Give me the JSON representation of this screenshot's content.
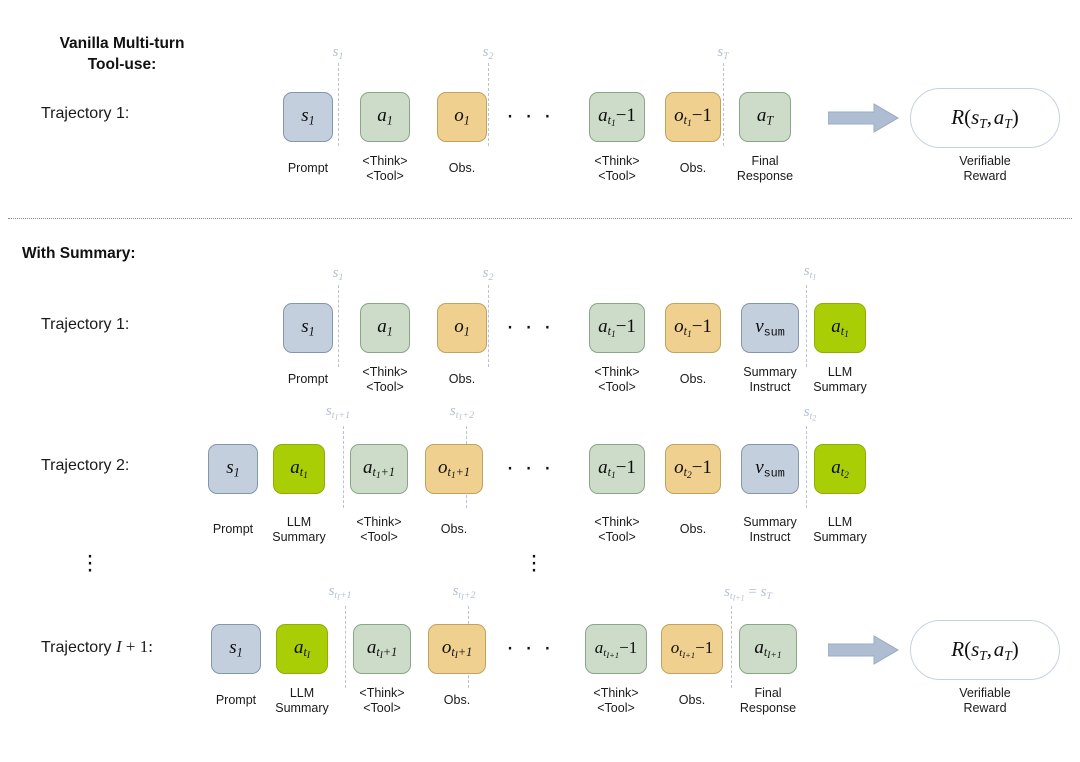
{
  "figure": {
    "type": "diagram",
    "description": "Multi-turn tool-use RL trajectory rollout diagram comparing vanilla multi-turn tool-use with summary-based context management"
  },
  "sections": [
    {
      "id": "vanilla",
      "title": "Vanilla Multi-turn\nTool-use:",
      "rows": [
        {
          "label_text": "Trajectory 1:",
          "label_html": "Trajectory 1:",
          "boxes": [
            {
              "symbol": "s1",
              "color": "blue",
              "caption": "Prompt"
            },
            {
              "symbol": "a1",
              "color": "green",
              "caption": "<Think>\n<Tool>"
            },
            {
              "symbol": "o1",
              "color": "orange",
              "caption": "Obs."
            },
            {
              "symbol": "ellipsis",
              "color": "none",
              "caption": ""
            },
            {
              "symbol": "a_t1-1",
              "color": "green",
              "caption": "<Think>\n<Tool>"
            },
            {
              "symbol": "o_t1-1",
              "color": "orange",
              "caption": "Obs."
            },
            {
              "symbol": "a_T",
              "color": "green",
              "caption": "Final\nResponse"
            }
          ],
          "states": [
            "s1",
            "s2",
            "sT"
          ],
          "reward": {
            "label": "R(sT, aT)",
            "caption": "Verifiable\nReward"
          }
        }
      ]
    },
    {
      "id": "with-summary",
      "title": "With Summary:",
      "rows": [
        {
          "label_text": "Trajectory 1:",
          "boxes": [
            {
              "symbol": "s1",
              "color": "blue",
              "caption": "Prompt"
            },
            {
              "symbol": "a1",
              "color": "green",
              "caption": "<Think>\n<Tool>"
            },
            {
              "symbol": "o1",
              "color": "orange",
              "caption": "Obs."
            },
            {
              "symbol": "ellipsis",
              "color": "none",
              "caption": ""
            },
            {
              "symbol": "a_t1-1",
              "color": "green",
              "caption": "<Think>\n<Tool>"
            },
            {
              "symbol": "o_t1-1",
              "color": "orange",
              "caption": "Obs."
            },
            {
              "symbol": "v_sum",
              "color": "blue",
              "caption": "Summary\nInstruct"
            },
            {
              "symbol": "a_t1",
              "color": "lime",
              "caption": "LLM\nSummary"
            }
          ],
          "states": [
            "s1",
            "s2",
            "s_t1"
          ]
        },
        {
          "label_text": "Trajectory 2:",
          "boxes": [
            {
              "symbol": "s1",
              "color": "blue",
              "caption": "Prompt"
            },
            {
              "symbol": "a_t1",
              "color": "lime",
              "caption": "LLM\nSummary"
            },
            {
              "symbol": "a_t1+1",
              "color": "green",
              "caption": "<Think>\n<Tool>"
            },
            {
              "symbol": "o_t1+1",
              "color": "orange",
              "caption": "Obs."
            },
            {
              "symbol": "ellipsis",
              "color": "none",
              "caption": ""
            },
            {
              "symbol": "a_t1-1",
              "color": "green",
              "caption": "<Think>\n<Tool>"
            },
            {
              "symbol": "o_t2-1",
              "color": "orange",
              "caption": "Obs."
            },
            {
              "symbol": "v_sum",
              "color": "blue",
              "caption": "Summary\nInstruct"
            },
            {
              "symbol": "a_t2",
              "color": "lime",
              "caption": "LLM\nSummary"
            }
          ],
          "states": [
            "s_t1+1",
            "s_t1+2",
            "s_t2"
          ]
        },
        {
          "label_text": "Trajectory I + 1:",
          "boxes": [
            {
              "symbol": "s1",
              "color": "blue",
              "caption": "Prompt"
            },
            {
              "symbol": "a_tI",
              "color": "lime",
              "caption": "LLM\nSummary"
            },
            {
              "symbol": "a_tI+1",
              "color": "green",
              "caption": "<Think>\n<Tool>"
            },
            {
              "symbol": "o_tI+1",
              "color": "orange",
              "caption": "Obs."
            },
            {
              "symbol": "ellipsis",
              "color": "none",
              "caption": ""
            },
            {
              "symbol": "a_tI+1-1",
              "color": "green",
              "caption": "<Think>\n<Tool>"
            },
            {
              "symbol": "o_tI+1-1",
              "color": "orange",
              "caption": "Obs."
            },
            {
              "symbol": "a_tI+1f",
              "color": "green",
              "caption": "Final\nResponse"
            }
          ],
          "states": [
            "s_tI+1",
            "s_tI+2",
            "s_tI+1 = sT"
          ],
          "reward": {
            "label": "R(sT, aT)",
            "caption": "Verifiable\nReward"
          }
        }
      ]
    }
  ],
  "labels": {
    "vanilla_title_line1": "Vanilla Multi-turn",
    "vanilla_title_line2": "Tool-use:",
    "summary_title": "With Summary:",
    "traj1": "Trajectory 1:",
    "traj1b": "Trajectory 1:",
    "traj2": "Trajectory 2:",
    "trajI1_prefix": "Trajectory ",
    "trajI1_var": "I",
    "trajI1_suffix": " + 1:",
    "prompt": "Prompt",
    "think_tool": "<Think>\n<Tool>",
    "obs": "Obs.",
    "final_response": "Final\nResponse",
    "summary_instruct": "Summary\nInstruct",
    "llm_summary": "LLM\nSummary",
    "verifiable_reward": "Verifiable\nReward",
    "hdots": "· · ·"
  },
  "colors": {
    "blue_fill": "#c4cfde",
    "blue_stroke": "#8496ac",
    "green_fill": "#ccdcc8",
    "green_stroke": "#8ba58a",
    "orange_fill": "#efd08f",
    "orange_stroke": "#c2a25e",
    "lime_fill": "#a9ce05",
    "lime_stroke": "#8fae05",
    "state_tag": "#b3bfd0",
    "divider": "#b9c3d2",
    "arrow_fill": "#aebdd2",
    "capsule_stroke": "#c6d2e4",
    "section_rule": "#8d8d8d"
  }
}
